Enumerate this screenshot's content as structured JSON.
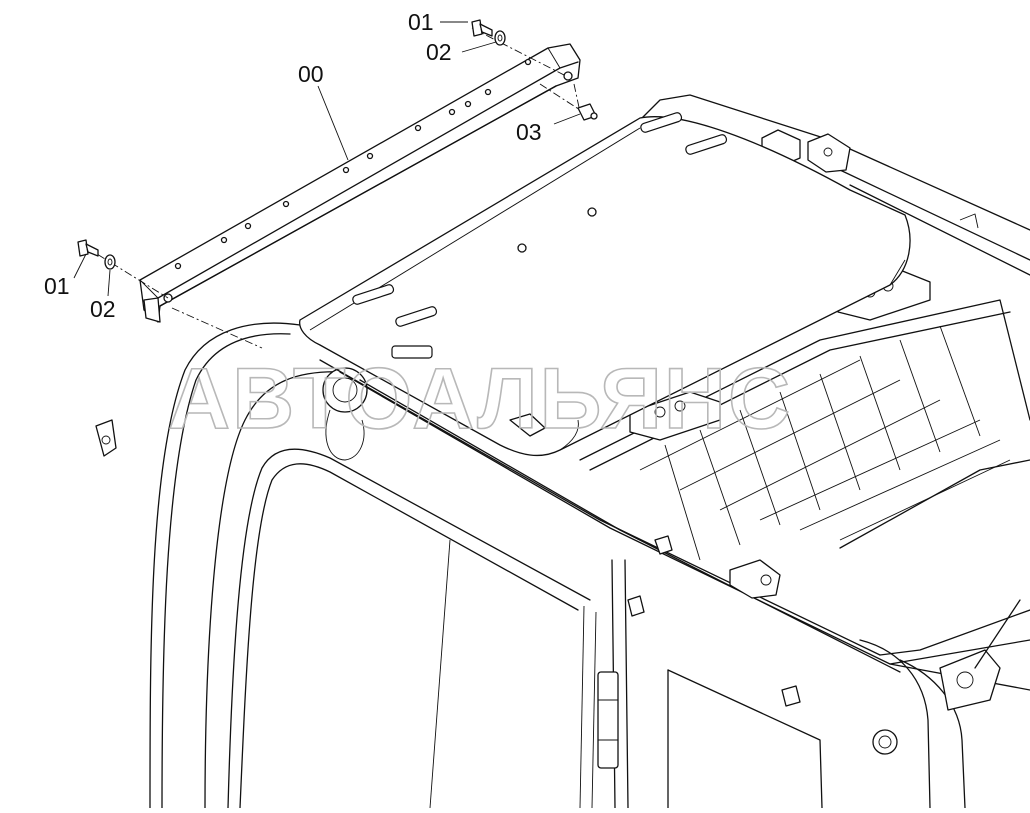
{
  "diagram": {
    "callouts": [
      {
        "id": "c01a",
        "label": "01"
      },
      {
        "id": "c02a",
        "label": "02"
      },
      {
        "id": "c00",
        "label": "00"
      },
      {
        "id": "c03",
        "label": "03"
      },
      {
        "id": "c01b",
        "label": "01"
      },
      {
        "id": "c02b",
        "label": "02"
      }
    ],
    "watermark": "АВТОАЛЬЯНС"
  }
}
